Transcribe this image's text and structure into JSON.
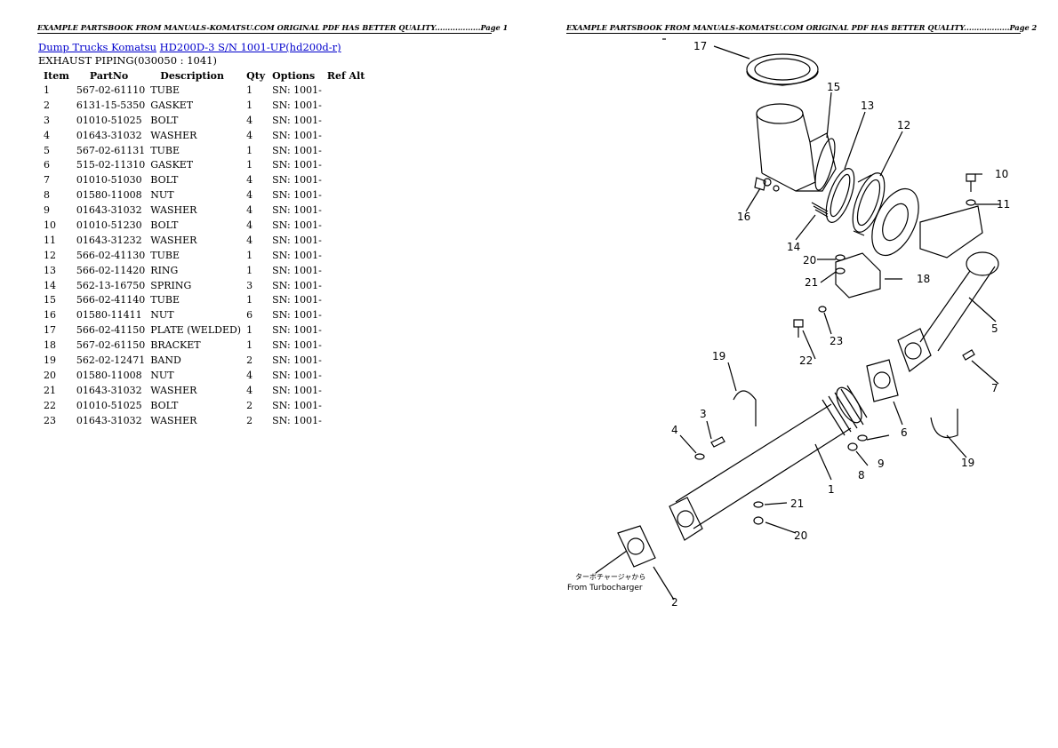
{
  "page1": {
    "header": "EXAMPLE PARTSBOOK FROM MANUALS-KOMATSU.COM ORIGINAL PDF HAS BETTER QUALITY..................Page 1",
    "breadcrumb": {
      "link1": "Dump Trucks Komatsu",
      "link2": "HD200D-3 S/N 1001-UP(hd200d-r)"
    },
    "subtitle": "EXHAUST PIPING(030050 : 1041)",
    "table": {
      "headers": [
        "Item",
        "PartNo",
        "Description",
        "Qty",
        "Options",
        "Ref Alt"
      ],
      "rows": [
        [
          "1",
          "567-02-61110",
          "TUBE",
          "1",
          "SN: 1001-"
        ],
        [
          "2",
          "6131-15-5350",
          "GASKET",
          "1",
          "SN: 1001-"
        ],
        [
          "3",
          "01010-51025",
          "BOLT",
          "4",
          "SN: 1001-"
        ],
        [
          "4",
          "01643-31032",
          "WASHER",
          "4",
          "SN: 1001-"
        ],
        [
          "5",
          "567-02-61131",
          "TUBE",
          "1",
          "SN: 1001-"
        ],
        [
          "6",
          "515-02-11310",
          "GASKET",
          "1",
          "SN: 1001-"
        ],
        [
          "7",
          "01010-51030",
          "BOLT",
          "4",
          "SN: 1001-"
        ],
        [
          "8",
          "01580-11008",
          "NUT",
          "4",
          "SN: 1001-"
        ],
        [
          "9",
          "01643-31032",
          "WASHER",
          "4",
          "SN: 1001-"
        ],
        [
          "10",
          "01010-51230",
          "BOLT",
          "4",
          "SN: 1001-"
        ],
        [
          "11",
          "01643-31232",
          "WASHER",
          "4",
          "SN: 1001-"
        ],
        [
          "12",
          "566-02-41130",
          "TUBE",
          "1",
          "SN: 1001-"
        ],
        [
          "13",
          "566-02-11420",
          "RING",
          "1",
          "SN: 1001-"
        ],
        [
          "14",
          "562-13-16750",
          "SPRING",
          "3",
          "SN: 1001-"
        ],
        [
          "15",
          "566-02-41140",
          "TUBE",
          "1",
          "SN: 1001-"
        ],
        [
          "16",
          "01580-11411",
          "NUT",
          "6",
          "SN: 1001-"
        ],
        [
          "17",
          "566-02-41150",
          "PLATE (WELDED)",
          "1",
          "SN: 1001-"
        ],
        [
          "18",
          "567-02-61150",
          "BRACKET",
          "1",
          "SN: 1001-"
        ],
        [
          "19",
          "562-02-12471",
          "BAND",
          "2",
          "SN: 1001-"
        ],
        [
          "20",
          "01580-11008",
          "NUT",
          "4",
          "SN: 1001-"
        ],
        [
          "21",
          "01643-31032",
          "WASHER",
          "4",
          "SN: 1001-"
        ],
        [
          "22",
          "01010-51025",
          "BOLT",
          "2",
          "SN: 1001-"
        ],
        [
          "23",
          "01643-31032",
          "WASHER",
          "2",
          "SN: 1001-"
        ]
      ]
    }
  },
  "page2": {
    "header": "EXAMPLE PARTSBOOK FROM MANUALS-KOMATSU.COM ORIGINAL PDF HAS BETTER QUALITY..................Page 2",
    "diagram": {
      "from_label_jp": "ターボチャージャから",
      "from_label_en": "From Turbocharger",
      "callouts": [
        "1",
        "2",
        "3",
        "4",
        "5",
        "6",
        "7",
        "8",
        "9",
        "10",
        "11",
        "12",
        "13",
        "14",
        "15",
        "16",
        "17",
        "18",
        "19",
        "19",
        "20",
        "20",
        "21",
        "21",
        "22",
        "23"
      ]
    }
  }
}
